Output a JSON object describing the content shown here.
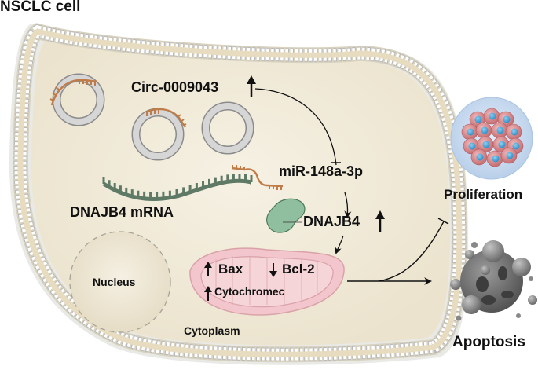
{
  "title": "NSCLC cell",
  "labels": {
    "circ": "Circ-0009043",
    "mirna": "miR-148a-3p",
    "mrna": "DNAJB4 mRNA",
    "protein": "DNAJB4",
    "nucleus": "Nucleus",
    "cytoplasm": "Cytoplasm",
    "bax": "Bax",
    "bcl2": "Bcl-2",
    "cytc": "Cytochromec",
    "proliferation": "Proliferation",
    "apoptosis": "Apoptosis"
  },
  "regulation": {
    "circ": "up",
    "protein": "up",
    "bax": "up",
    "bcl2": "down",
    "cytc": "up"
  },
  "arrows": {
    "up": "↑",
    "down": "↓"
  },
  "colors": {
    "cytoplasm": "#efe8d6",
    "membrane_head": "#ffffff",
    "mitochondria": "#f2c6cc",
    "protein": "#8fbf9f",
    "mrna": "#5e7a66",
    "mirna": "#c07c48",
    "circ_ring": "#c8c8c8",
    "proliferation_bg": "#c9ddf2",
    "apoptosis": "#6e6e6e"
  }
}
